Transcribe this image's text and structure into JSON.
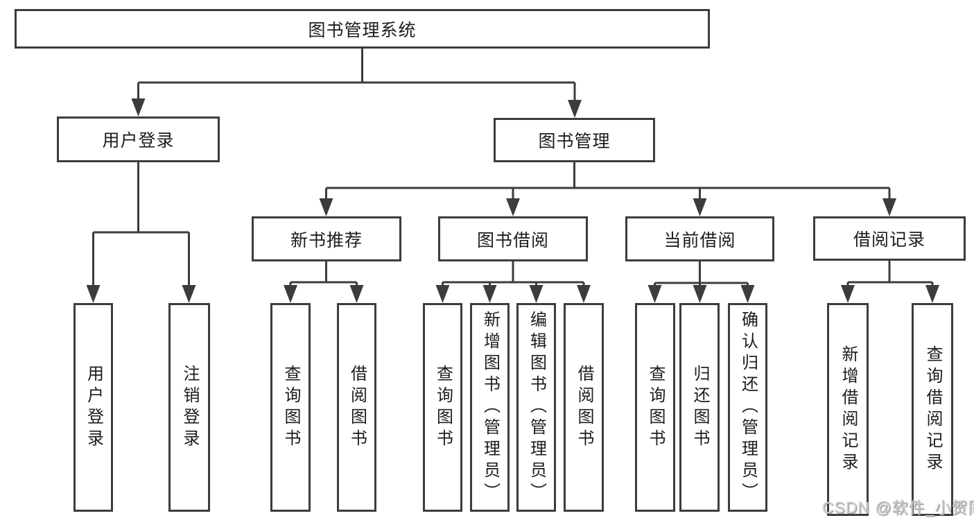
{
  "colors": {
    "line": "#3c3c3c",
    "box_border": "#3c3c3c",
    "text": "#1c1c1c",
    "watermark": "#cfcfcf"
  },
  "watermark": {
    "text": "CSDN @软件_小贺同学"
  },
  "tree": {
    "root": {
      "label": "图书管理系统",
      "children": [
        {
          "label": "用户登录",
          "children": [
            {
              "label": "用户登录"
            },
            {
              "label": "注销登录"
            }
          ]
        },
        {
          "label": "图书管理",
          "children": [
            {
              "label": "新书推荐",
              "children": [
                {
                  "label": "查询图书"
                },
                {
                  "label": "借阅图书"
                }
              ]
            },
            {
              "label": "图书借阅",
              "children": [
                {
                  "label": "查询图书"
                },
                {
                  "label": "新增图书（管理员）"
                },
                {
                  "label": "编辑图书（管理员）"
                },
                {
                  "label": "借阅图书"
                }
              ]
            },
            {
              "label": "当前借阅",
              "children": [
                {
                  "label": "查询图书"
                },
                {
                  "label": "归还图书"
                },
                {
                  "label": "确认归还（管理员）"
                }
              ]
            },
            {
              "label": "借阅记录",
              "children": [
                {
                  "label": "新增借阅记录"
                },
                {
                  "label": "查询借阅记录"
                }
              ]
            }
          ]
        }
      ]
    }
  }
}
